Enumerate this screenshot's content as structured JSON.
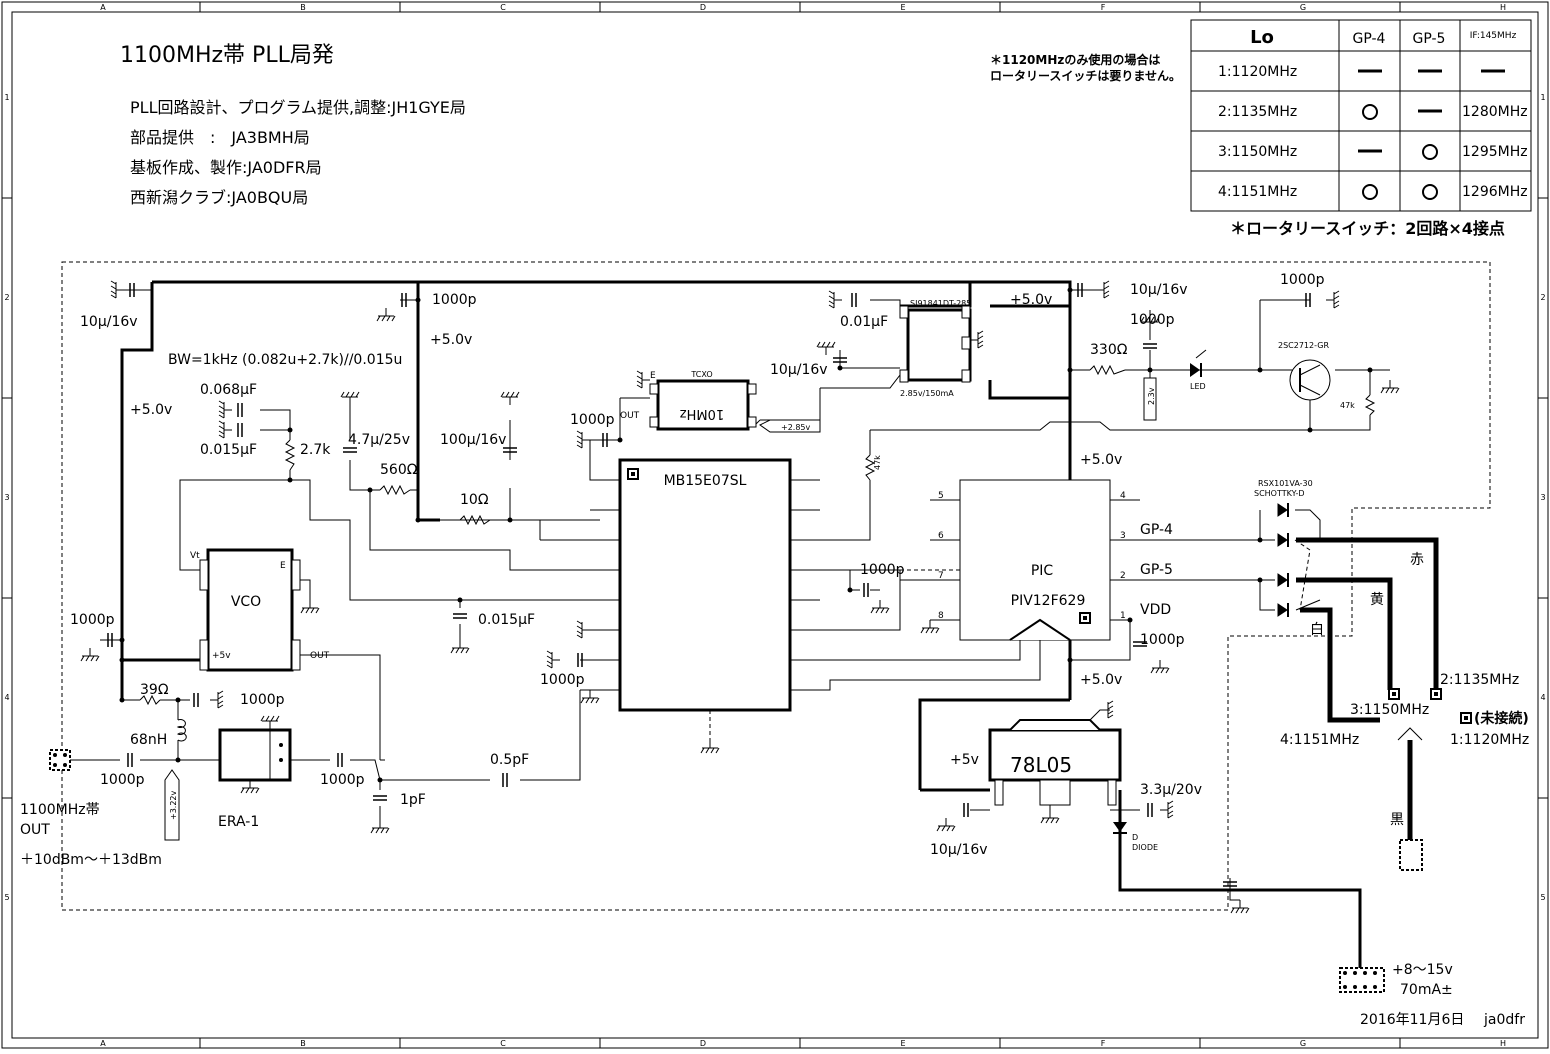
{
  "frame": {
    "cols": [
      "A",
      "B",
      "C",
      "D",
      "E",
      "F",
      "G",
      "H"
    ],
    "rows": [
      "1",
      "2",
      "3",
      "4",
      "5"
    ]
  },
  "title": "1100MHz帯 PLL局発",
  "credits": [
    "PLL回路設計、プログラム提供,調整:JH1GYE局",
    "部品提供　:　JA3BMH局",
    "基板作成、製作:JA0DFR局",
    "西新潟クラブ:JA0BQU局"
  ],
  "note": [
    "＊1120MHzのみ使用の場合は",
    "ロータリースイッチは要りません。"
  ],
  "lo_table": {
    "headers": [
      "Lo",
      "GP-4",
      "GP-5",
      "IF:145MHz"
    ],
    "rows": [
      {
        "lo": "1:1120MHz",
        "gp4": "dash",
        "gp5": "dash",
        "if": "dash"
      },
      {
        "lo": "2:1135MHz",
        "gp4": "circle",
        "gp5": "dash",
        "if": "1280MHz"
      },
      {
        "lo": "3:1150MHz",
        "gp4": "dash",
        "gp5": "circle",
        "if": "1295MHz"
      },
      {
        "lo": "4:1151MHz",
        "gp4": "circle",
        "gp5": "circle",
        "if": "1296MHz"
      }
    ],
    "footnote": "＊ロータリースイッチ：2回路×4接点"
  },
  "labels": {
    "c10u16_tl": "10μ/16v",
    "c1000p_top": "1000p",
    "v5_a": "+5.0v",
    "v5_b": "+5.0v",
    "bw": "BW=1kHz (0.082u+2.7k)//0.015u",
    "c068": "0.068μF",
    "c015": "0.015μF",
    "r27k": "2.7k",
    "c47u": "4.7μ/25v",
    "r560": "560Ω",
    "c100u": "100μ/16v",
    "r10": "10Ω",
    "c1000p_tcxo": "1000p",
    "out": "OUT",
    "tcxo": "TCXO",
    "tcxo_e": "E",
    "tcxo_freq": "10MHz",
    "tcxo_v": "+2.85v",
    "c10u16_reg": "10μ/16v",
    "c001": "0.01μF",
    "reg_name": "SI91841DT-285",
    "reg_v": "2.85v/150mA",
    "v5_c": "+5.0v",
    "c10u16_tr": "10μ/16v",
    "r330": "330Ω",
    "c1000p_led": "1000p",
    "c1000p_tr": "1000p",
    "v23": "2.3v",
    "led": "LED",
    "tr": "2SC2712-GR",
    "r47k_a": "47k",
    "r47k_b": "47k",
    "pll": "MB15E07SL",
    "c1000p_pll": "1000p",
    "c0015_pll": "0.015μF",
    "c1000p_pll2": "1000p",
    "v5_d": "+5.0v",
    "v5_e": "+5.0v",
    "pic_a": "PIC",
    "pic_b": "PIV12F629",
    "pic_pins": [
      "5",
      "6",
      "7",
      "8",
      "4",
      "3",
      "2",
      "1"
    ],
    "gp4": "GP-4",
    "gp5": "GP-5",
    "vdd": "VDD",
    "c1000p_vdd": "1000p",
    "diode_a": "RSX101VA-30",
    "diode_b": "SCHOTTKY-D",
    "red": "赤",
    "yellow": "黄",
    "white": "白",
    "black": "黒",
    "sw2": "2:1135MHz",
    "sw3": "3:1150MHz",
    "sw4": "4:1151MHz",
    "sw1": "1:1120MHz",
    "nc": "(未接続)",
    "vco": "VCO",
    "vt": "Vt",
    "e": "E",
    "p5v": "+5v",
    "vco_out": "OUT",
    "c1000p_vco": "1000p",
    "r39": "39Ω",
    "c1000p_39": "1000p",
    "l68": "68nH",
    "c1000p_out": "1000p",
    "v322": "+3.22v",
    "era": "ERA-1",
    "c1000p_era": "1000p",
    "c05p": "0.5pF",
    "c1p": "1pF",
    "out_a": "1100MHz帯",
    "out_b": "OUT",
    "out_c": "＋10dBm～＋13dBm",
    "reg78": "78L05",
    "reg78_in": "+5v",
    "c33u": "3.3μ/20v",
    "c10u16_78": "10μ/16v",
    "diode_d": "D",
    "diode": "DIODE",
    "pwr_a": "+8～15v",
    "pwr_b": "70mA±",
    "date": "2016年11月6日",
    "author": "ja0dfr"
  }
}
